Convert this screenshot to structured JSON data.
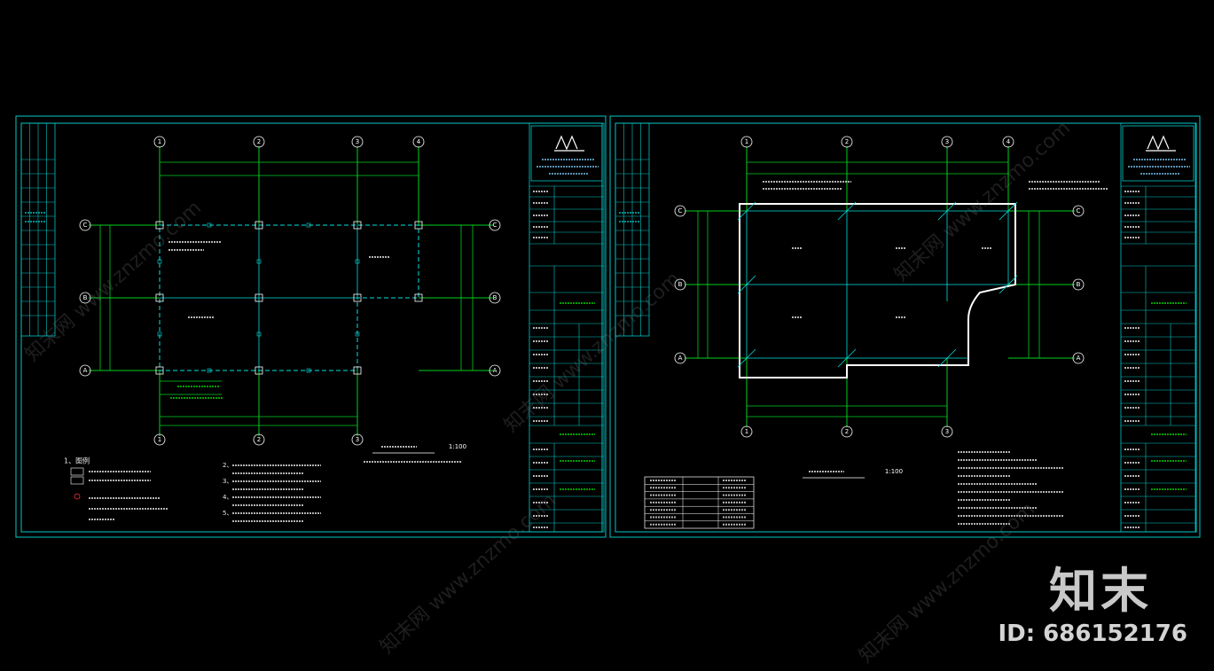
{
  "colors": {
    "background": "#000000",
    "frame": "#00c8c8",
    "axis": "#00d020",
    "wall": "#ffffff",
    "note": "#e8e8e8"
  },
  "sheets": [
    {
      "id": "left",
      "axes_top": [
        "1",
        "2",
        "3",
        "4"
      ],
      "axes_bottom": [
        "1",
        "2",
        "3"
      ],
      "axes_side": [
        "C",
        "B",
        "A"
      ],
      "scale": "1:100",
      "notes": [
        "1、图例",
        "2、",
        "3、",
        "4、",
        "5、"
      ]
    },
    {
      "id": "right",
      "axes_top": [
        "1",
        "2",
        "3",
        "4"
      ],
      "axes_bottom": [
        "1",
        "2",
        "3"
      ],
      "axes_side": [
        "C",
        "B",
        "A"
      ],
      "scale": "1:100"
    }
  ],
  "branding": {
    "mark": "知末",
    "id_label": "ID: 686152176",
    "watermark": "知末网 www.znzmo.com"
  }
}
